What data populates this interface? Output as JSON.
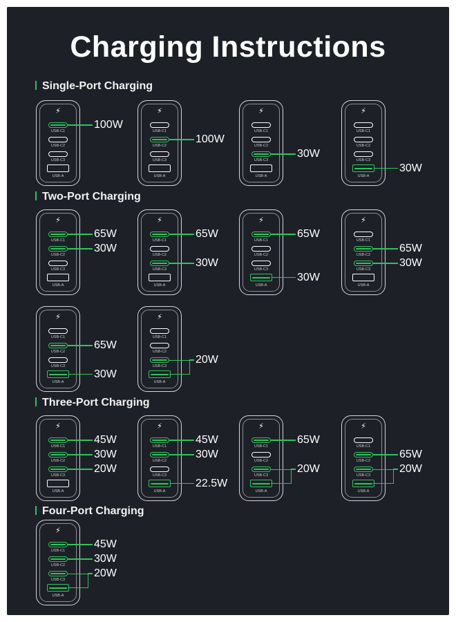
{
  "title": "Charging Instructions",
  "sections": [
    {
      "label": "Single-Port Charging"
    },
    {
      "label": "Two-Port Charging"
    },
    {
      "label": "Three-Port Charging"
    },
    {
      "label": "Four-Port Charging"
    }
  ],
  "port_labels": [
    "USB-C1",
    "USB-C2",
    "USB-C3",
    "USB-A"
  ],
  "colors": {
    "background": "#1d2027",
    "accent": "#2fc55c",
    "text": "#ffffff"
  },
  "icons": {
    "bolt": "lightning-bolt-icon"
  },
  "chargers": [
    {
      "section": 0,
      "active": [
        true,
        false,
        false,
        false
      ],
      "outputs": [
        {
          "ports": [
            0
          ],
          "watts": "100W"
        }
      ]
    },
    {
      "section": 0,
      "active": [
        false,
        true,
        false,
        false
      ],
      "outputs": [
        {
          "ports": [
            1
          ],
          "watts": "100W"
        }
      ]
    },
    {
      "section": 0,
      "active": [
        false,
        false,
        true,
        false
      ],
      "outputs": [
        {
          "ports": [
            2
          ],
          "watts": "30W"
        }
      ]
    },
    {
      "section": 0,
      "active": [
        false,
        false,
        false,
        true
      ],
      "outputs": [
        {
          "ports": [
            3
          ],
          "watts": "30W"
        }
      ]
    },
    {
      "section": 1,
      "active": [
        true,
        true,
        false,
        false
      ],
      "outputs": [
        {
          "ports": [
            0
          ],
          "watts": "65W"
        },
        {
          "ports": [
            1
          ],
          "watts": "30W"
        }
      ]
    },
    {
      "section": 1,
      "active": [
        true,
        false,
        true,
        false
      ],
      "outputs": [
        {
          "ports": [
            0
          ],
          "watts": "65W"
        },
        {
          "ports": [
            2
          ],
          "watts": "30W"
        }
      ]
    },
    {
      "section": 1,
      "active": [
        true,
        false,
        false,
        true
      ],
      "outputs": [
        {
          "ports": [
            0
          ],
          "watts": "65W"
        },
        {
          "ports": [
            3
          ],
          "watts": "30W"
        }
      ]
    },
    {
      "section": 1,
      "active": [
        false,
        true,
        true,
        false
      ],
      "outputs": [
        {
          "ports": [
            1
          ],
          "watts": "65W"
        },
        {
          "ports": [
            2
          ],
          "watts": "30W"
        }
      ]
    },
    {
      "section": 1,
      "active": [
        false,
        true,
        false,
        true
      ],
      "outputs": [
        {
          "ports": [
            1
          ],
          "watts": "65W"
        },
        {
          "ports": [
            3
          ],
          "watts": "30W"
        }
      ]
    },
    {
      "section": 1,
      "active": [
        false,
        false,
        true,
        true
      ],
      "outputs": [
        {
          "ports": [
            2,
            3
          ],
          "watts": "20W"
        }
      ]
    },
    {
      "section": 2,
      "active": [
        true,
        true,
        true,
        false
      ],
      "outputs": [
        {
          "ports": [
            0
          ],
          "watts": "45W"
        },
        {
          "ports": [
            1
          ],
          "watts": "30W"
        },
        {
          "ports": [
            2
          ],
          "watts": "20W"
        }
      ]
    },
    {
      "section": 2,
      "active": [
        true,
        true,
        false,
        true
      ],
      "outputs": [
        {
          "ports": [
            0
          ],
          "watts": "45W"
        },
        {
          "ports": [
            1
          ],
          "watts": "30W"
        },
        {
          "ports": [
            3
          ],
          "watts": "22.5W"
        }
      ]
    },
    {
      "section": 2,
      "active": [
        true,
        false,
        true,
        true
      ],
      "outputs": [
        {
          "ports": [
            0
          ],
          "watts": "65W"
        },
        {
          "ports": [
            2,
            3
          ],
          "watts": "20W"
        }
      ]
    },
    {
      "section": 2,
      "active": [
        false,
        true,
        true,
        true
      ],
      "outputs": [
        {
          "ports": [
            1
          ],
          "watts": "65W"
        },
        {
          "ports": [
            2,
            3
          ],
          "watts": "20W"
        }
      ]
    },
    {
      "section": 3,
      "active": [
        true,
        true,
        true,
        true
      ],
      "outputs": [
        {
          "ports": [
            0
          ],
          "watts": "45W"
        },
        {
          "ports": [
            1
          ],
          "watts": "30W"
        },
        {
          "ports": [
            2,
            3
          ],
          "watts": "20W"
        }
      ]
    }
  ]
}
